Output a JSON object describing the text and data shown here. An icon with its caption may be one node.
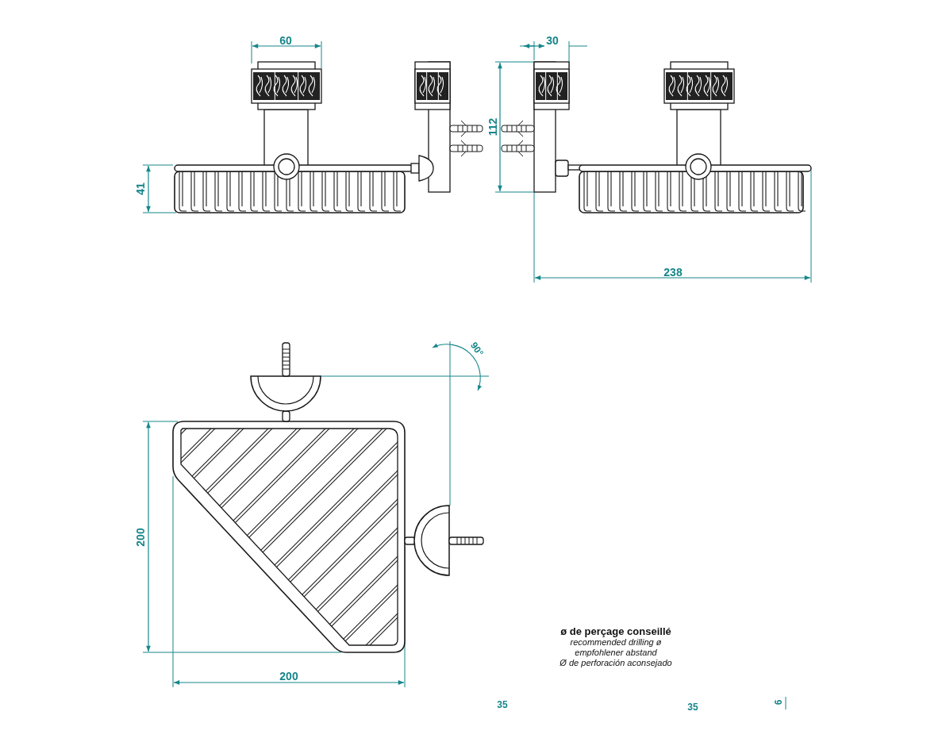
{
  "diagram": {
    "labels": [
      "60",
      "30",
      "112",
      "41",
      "238",
      "90°",
      "200",
      "ø de perçage conseillé",
      "recommended drilling ø",
      "empfohlener abstand",
      "Ø de perforación aconsejado",
      "200",
      "35",
      "35",
      "6"
    ]
  }
}
